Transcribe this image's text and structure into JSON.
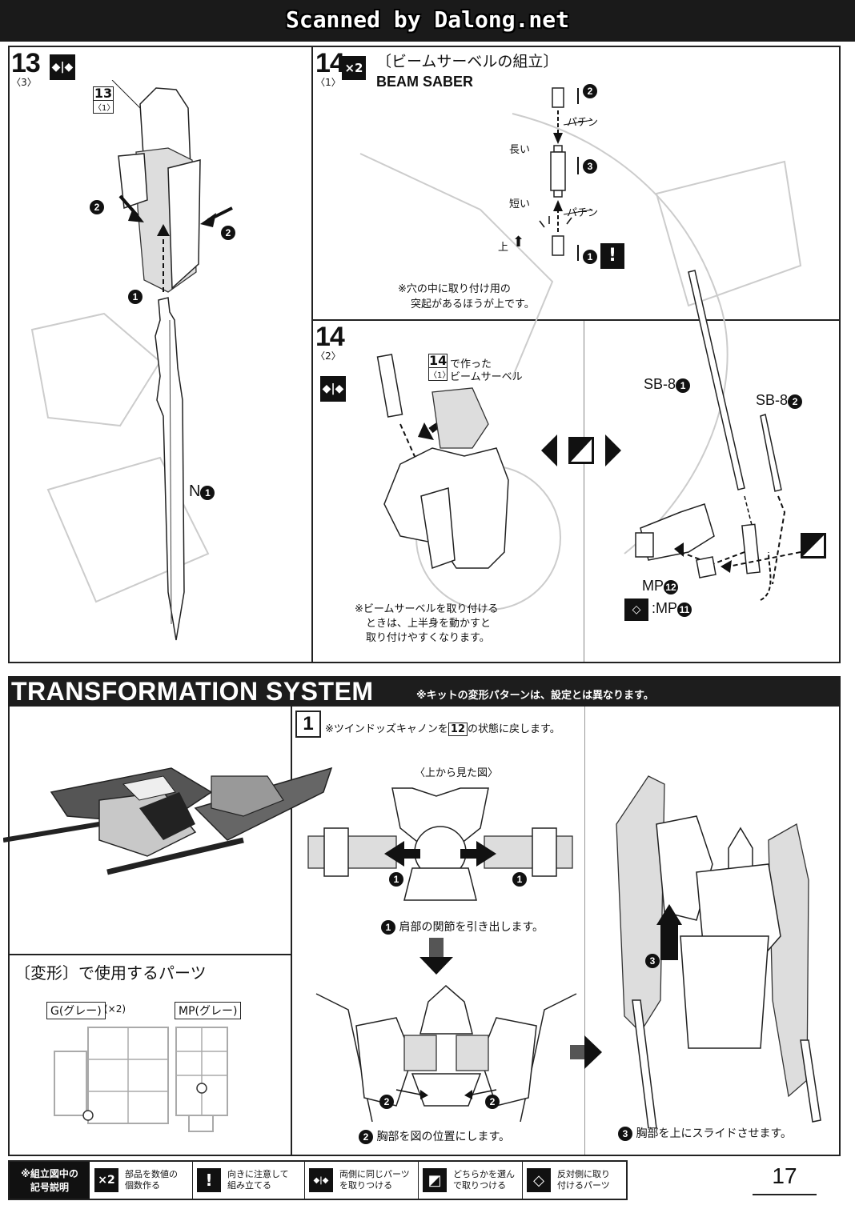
{
  "watermark": "Scanned by Dalong.net",
  "step13": {
    "num": "13",
    "sub": "〈3〉",
    "ref_num": "13",
    "ref_sub": "〈1〉",
    "part_label": "N",
    "part_num": "1"
  },
  "step14a": {
    "num": "14",
    "sub": "〈1〉",
    "multiplier": "×2",
    "title_jp": "〔ビームサーベルの組立〕",
    "title_en": "BEAM SABER",
    "label_long": "長い",
    "label_short": "短い",
    "label_up": "上",
    "snap1": "パチン",
    "snap2": "パチン",
    "n2": "2",
    "n3": "3",
    "n1": "1",
    "note_line1": "※穴の中に取り付け用の",
    "note_line2": "突起があるほうが上です。"
  },
  "step14b": {
    "num": "14",
    "sub": "〈2〉",
    "ref_num": "14",
    "ref_sub": "〈1〉",
    "ref_text1": "で作った",
    "ref_text2": "ビームサーベル",
    "sb_a": "SB-8",
    "sb_a_num": "1",
    "sb_b": "SB-8",
    "sb_b_num": "2",
    "mp_label": "MP",
    "mp_num": "12",
    "alt_label": ":MP",
    "alt_num": "11",
    "note_line1": "※ビームサーベルを取り付ける",
    "note_line2": "ときは、上半身を動かすと",
    "note_line3": "取り付けやすくなります。"
  },
  "transformation": {
    "title": "TRANSFORMATION SYSTEM",
    "note": "※キットの変形パターンは、設定とは異なります。",
    "parts_heading": "〔変形〕で使用するパーツ",
    "runner_g": "G(グレー)",
    "runner_g_count": "(×2)",
    "runner_mp": "MP(グレー)",
    "step_num": "1",
    "step_note_pre": "※ツインドッズキャノンを",
    "step_note_ref": "12",
    "step_note_post": "の状態に戻します。",
    "top_view": "〈上から見た図〉",
    "c1": "1",
    "c2": "2",
    "c3": "3",
    "instr1": "肩部の関節を引き出します。",
    "instr2": "胸部を図の位置にします。",
    "instr3": "胸部を上にスライドさせます。"
  },
  "legend": {
    "title1": "※組立図中の",
    "title2": "記号説明",
    "items": [
      {
        "icon": "×2",
        "line1": "部品を数値の",
        "line2": "個数作る"
      },
      {
        "icon": "!",
        "line1": "向きに注意して",
        "line2": "組み立てる"
      },
      {
        "icon": "◆|◆",
        "line1": "両側に同じパーツ",
        "line2": "を取りつける"
      },
      {
        "icon": "◩",
        "line1": "どちらかを選ん",
        "line2": "で取りつける"
      },
      {
        "icon": "◇",
        "line1": "反対側に取り",
        "line2": "付けるパーツ"
      }
    ]
  },
  "page_number": "17"
}
